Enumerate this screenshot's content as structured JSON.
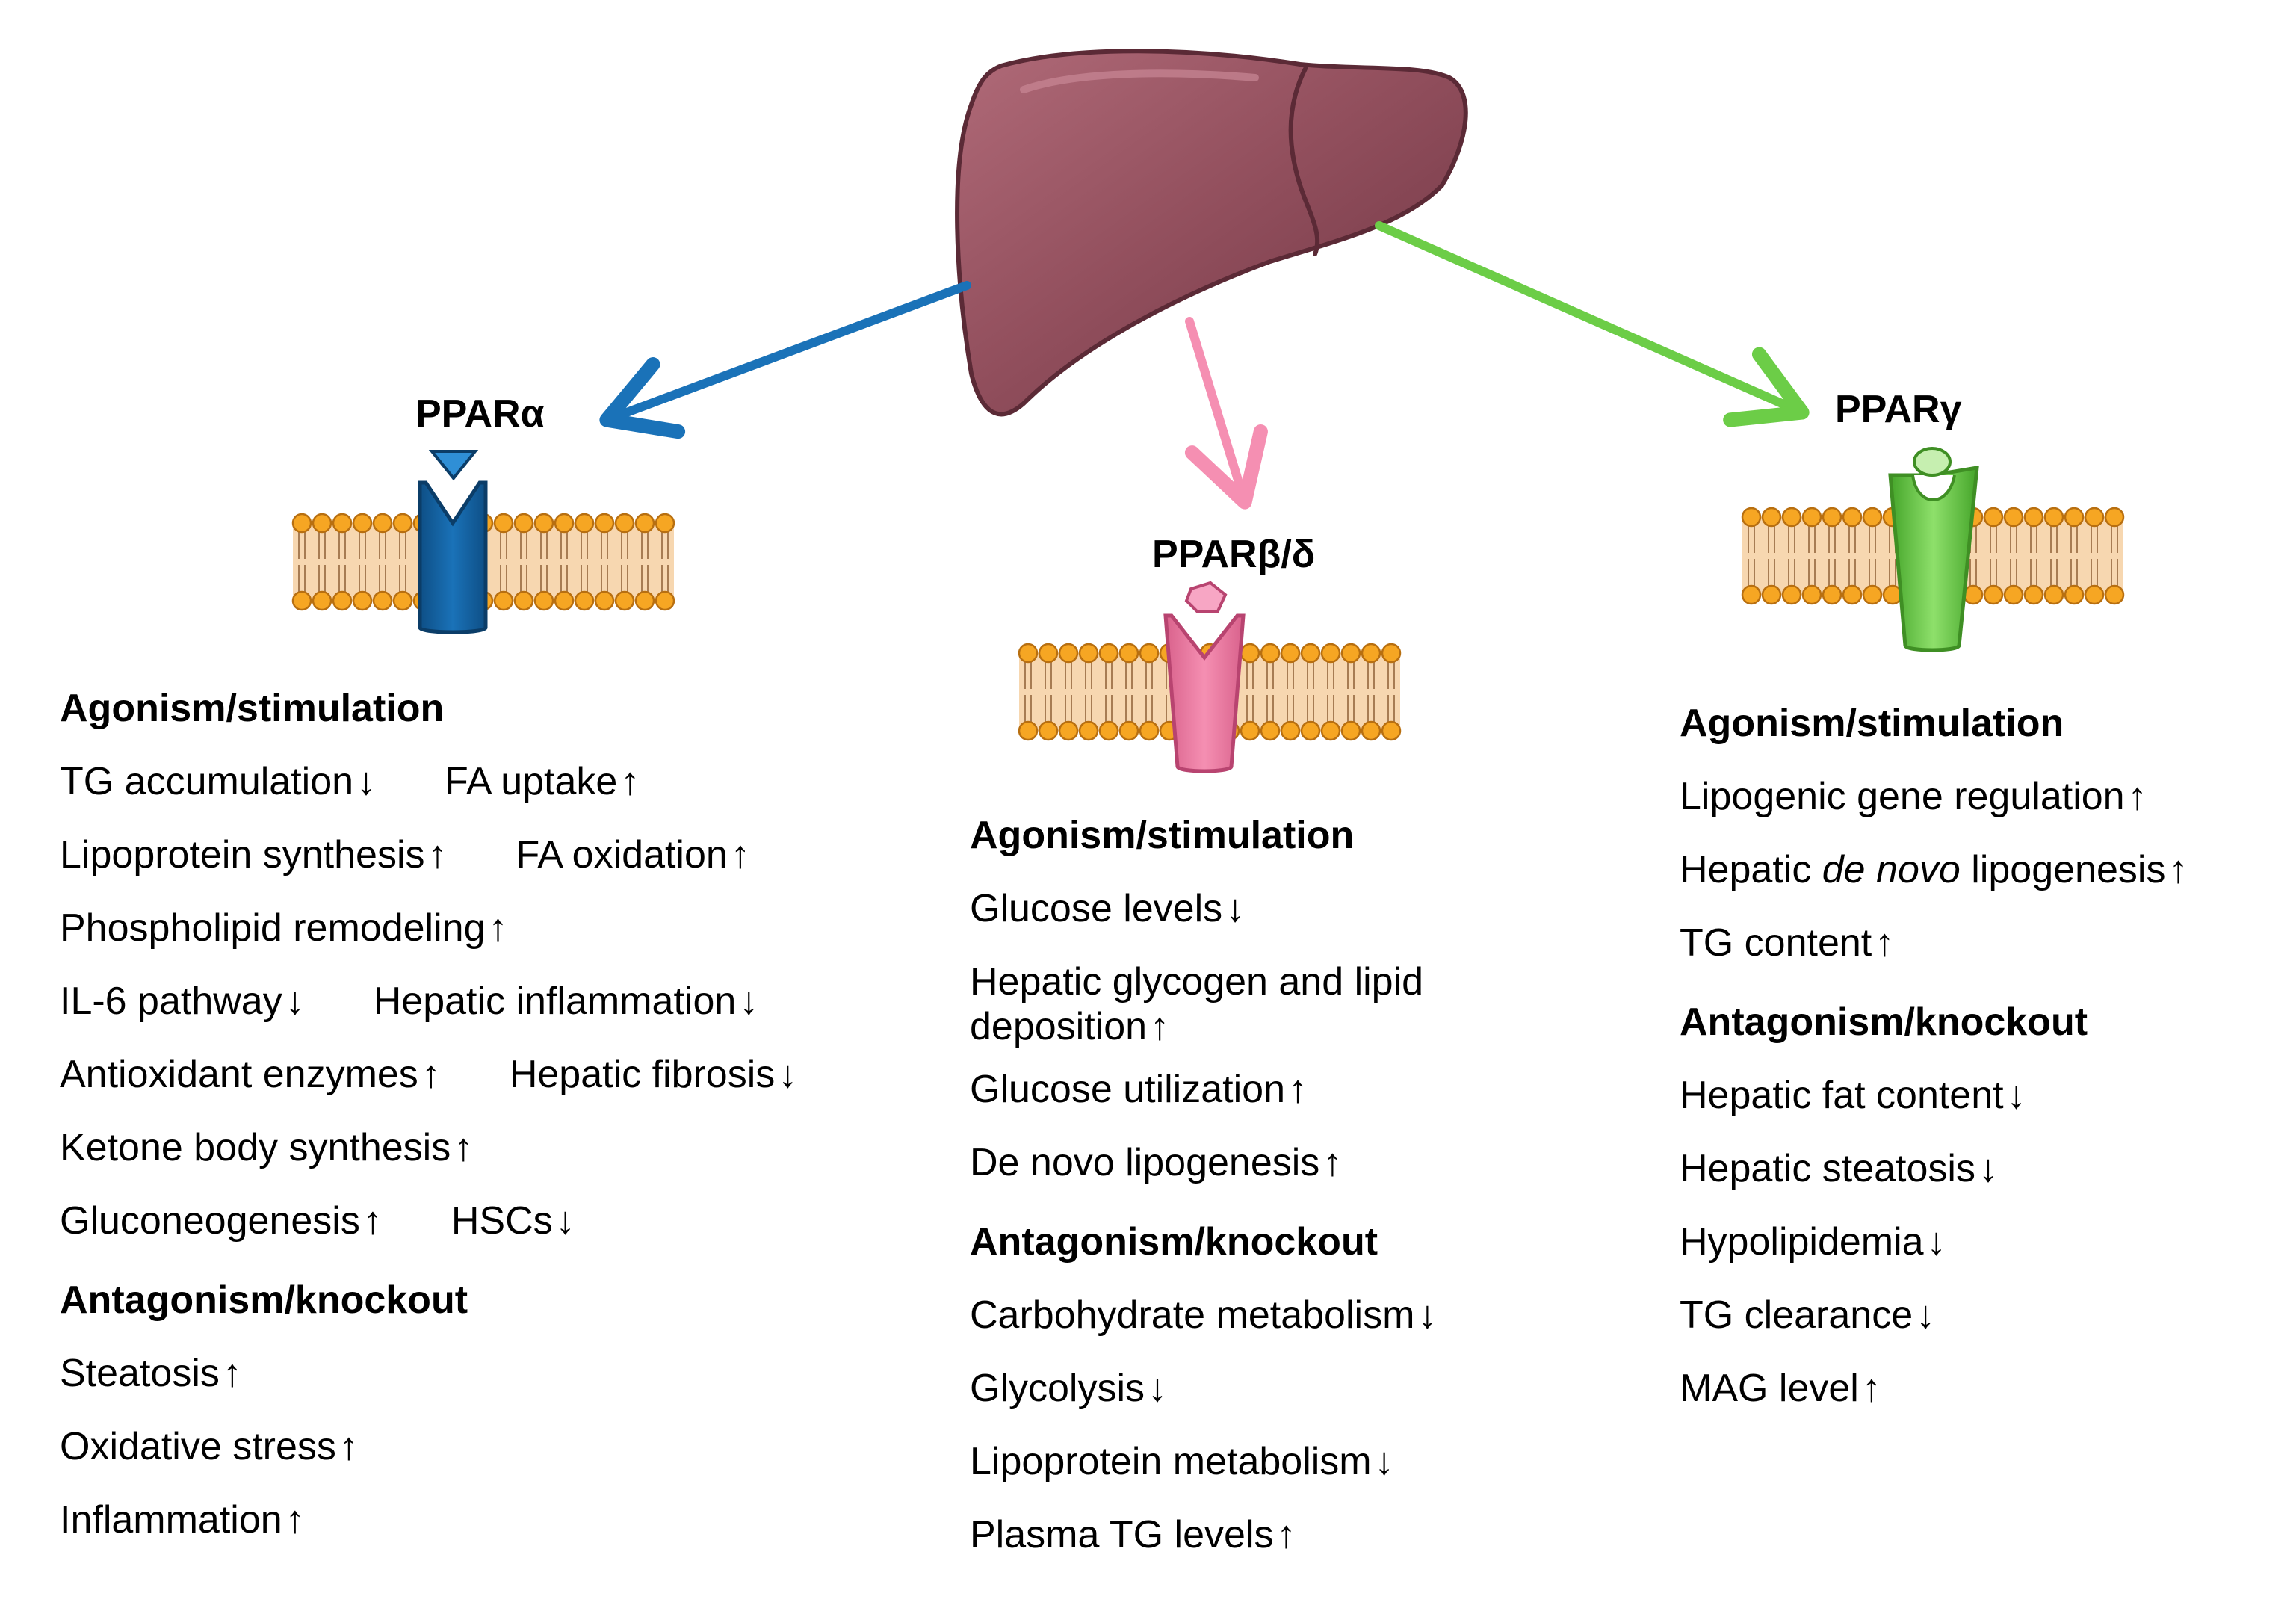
{
  "colors": {
    "liver": "#93505e",
    "alpha": "#1a72b8",
    "beta_delta": "#f58fb2",
    "gamma": "#6ccd47",
    "lipid_head": "#f6a623",
    "lipid_body": "#f7d7b0"
  },
  "icons": {
    "liver": "liver-illustration",
    "up": "up-arrow",
    "down": "down-arrow"
  },
  "alpha": {
    "title": "PPARα",
    "agonism_heading": "Agonism/stimulation",
    "agonism_rows": [
      [
        {
          "text": "TG accumulation",
          "dir": "↓"
        },
        {
          "text": "FA uptake",
          "dir": "↑"
        }
      ],
      [
        {
          "text": "Lipoprotein synthesis",
          "dir": "↑"
        },
        {
          "text": "FA oxidation",
          "dir": "↑"
        }
      ],
      [
        {
          "text": "Phospholipid remodeling",
          "dir": "↑"
        }
      ],
      [
        {
          "text": "IL-6 pathway",
          "dir": "↓"
        },
        {
          "text": "Hepatic inflammation",
          "dir": "↓"
        }
      ],
      [
        {
          "text": "Antioxidant enzymes",
          "dir": "↑"
        },
        {
          "text": "Hepatic fibrosis",
          "dir": "↓"
        }
      ],
      [
        {
          "text": "Ketone body synthesis",
          "dir": "↑"
        }
      ],
      [
        {
          "text": "Gluconeogenesis",
          "dir": "↑"
        },
        {
          "text": "HSCs",
          "dir": "↓"
        }
      ]
    ],
    "antagonism_heading": "Antagonism/knockout",
    "antagonism_rows": [
      [
        {
          "text": "Steatosis",
          "dir": "↑"
        }
      ],
      [
        {
          "text": "Oxidative stress",
          "dir": "↑"
        }
      ],
      [
        {
          "text": "Inflammation",
          "dir": "↑"
        }
      ]
    ]
  },
  "beta_delta": {
    "title": "PPARβ/δ",
    "agonism_heading": "Agonism/stimulation",
    "agonism_rows": [
      [
        {
          "text": "Glucose levels",
          "dir": "↓"
        }
      ],
      [
        {
          "text": "Hepatic glycogen and lipid deposition",
          "dir": "↑",
          "wrap": true
        }
      ],
      [
        {
          "text": "Glucose utilization",
          "dir": "↑"
        }
      ],
      [
        {
          "text": "De novo lipogenesis",
          "dir": "↑"
        }
      ]
    ],
    "antagonism_heading": "Antagonism/knockout",
    "antagonism_rows": [
      [
        {
          "text": "Carbohydrate metabolism",
          "dir": "↓"
        }
      ],
      [
        {
          "text": "Glycolysis",
          "dir": "↓"
        }
      ],
      [
        {
          "text": "Lipoprotein metabolism",
          "dir": "↓"
        }
      ],
      [
        {
          "text": "Plasma TG levels",
          "dir": "↑"
        }
      ]
    ]
  },
  "gamma": {
    "title": "PPARγ",
    "agonism_heading": "Agonism/stimulation",
    "agonism_rows": [
      [
        {
          "text": "Lipogenic gene regulation",
          "dir": "↑"
        }
      ],
      [
        {
          "pre": "Hepatic ",
          "em": "de novo",
          "post": " lipogenesis",
          "dir": "↑"
        }
      ],
      [
        {
          "text": "TG content",
          "dir": "↑"
        }
      ]
    ],
    "antagonism_heading": "Antagonism/knockout",
    "antagonism_rows": [
      [
        {
          "text": "Hepatic fat content",
          "dir": "↓"
        }
      ],
      [
        {
          "text": "Hepatic steatosis",
          "dir": "↓"
        }
      ],
      [
        {
          "text": "Hypolipidemia",
          "dir": "↓"
        }
      ],
      [
        {
          "text": "TG clearance",
          "dir": "↓"
        }
      ],
      [
        {
          "text": "MAG level",
          "dir": "↑"
        }
      ]
    ]
  }
}
